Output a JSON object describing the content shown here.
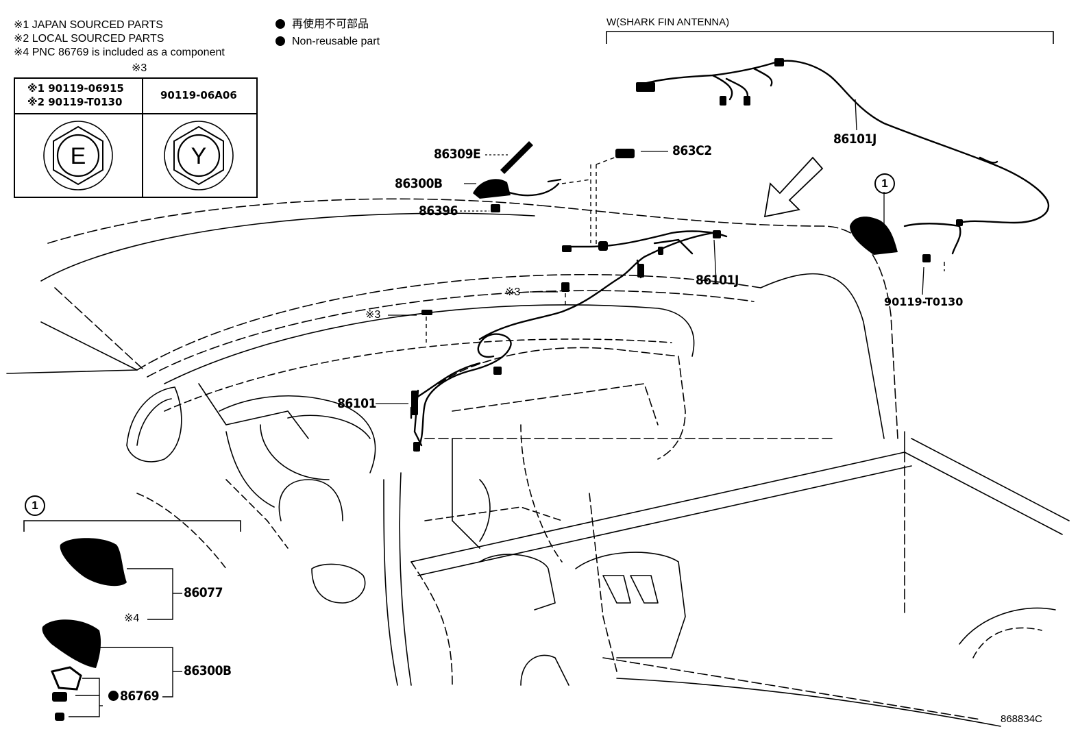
{
  "notes": {
    "line1": "※1 JAPAN SOURCED PARTS",
    "line2": "※2 LOCAL SOURCED PARTS",
    "line3": "※4 PNC 86769 is included as a component"
  },
  "legend": {
    "jp": "再使用不可部品",
    "en": "Non-reusable part"
  },
  "table": {
    "header": "※3",
    "col1_line1": "※1 90119-06915",
    "col1_line2": "※2 90119-T0130",
    "col2": "90119-06A06",
    "icon1_letter": "E",
    "icon2_letter": "Y"
  },
  "group_title": "W(SHARK FIN ANTENNA)",
  "callouts": {
    "c86309E": "86309E",
    "c86300B": "86300B",
    "c86396": "86396",
    "c863C2": "863C2",
    "c86101J_top": "86101J",
    "c86101J_mid": "86101J",
    "c90119T0130": "90119-T0130",
    "c86101": "86101",
    "ref3_a": "※3",
    "ref3_b": "※3",
    "circle1_main": "1"
  },
  "inset": {
    "circle": "1",
    "p86077": "86077",
    "p86300B": "86300B",
    "p86769": "86769",
    "ref4": "※4"
  },
  "diagram_id": "868834C"
}
